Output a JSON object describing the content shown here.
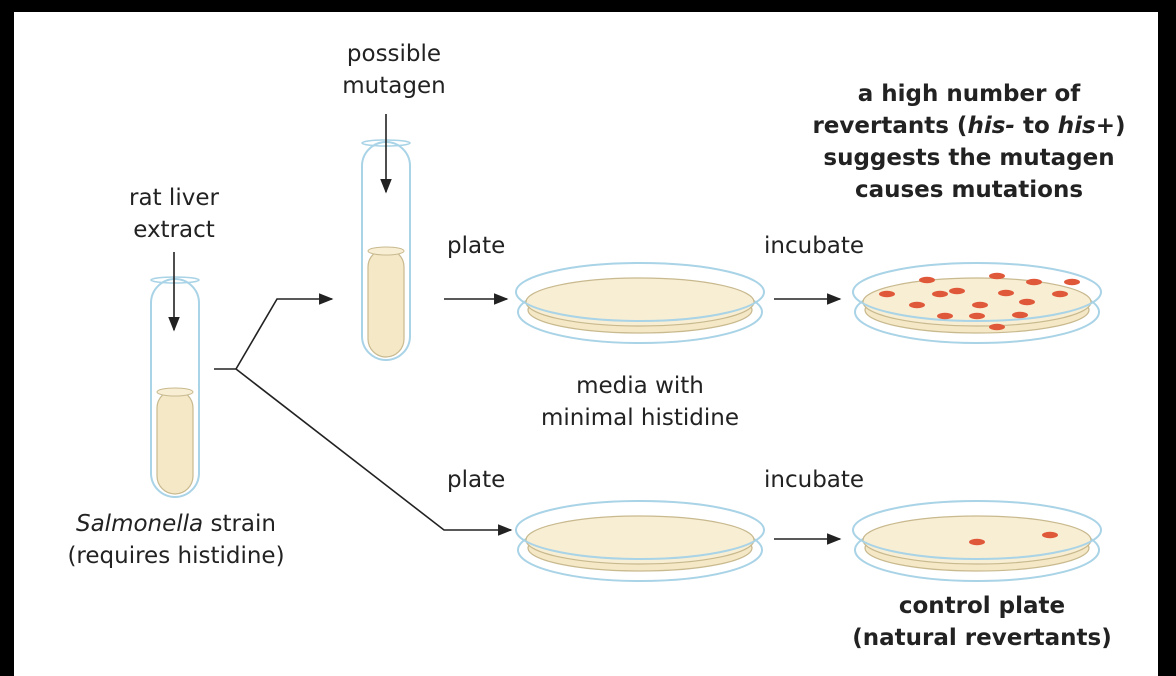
{
  "colors": {
    "border": "#000000",
    "background": "#ffffff",
    "glass": "#a9d3e6",
    "media": "#f5e8c6",
    "media_edge": "#c8b98e",
    "colony": "#e0583a",
    "arrow": "#222222",
    "text": "#222222"
  },
  "labels": {
    "possible_mutagen": [
      "possible",
      "mutagen"
    ],
    "rat_liver_extract": [
      "rat liver",
      "extract"
    ],
    "salmonella_strain": {
      "species": "Salmonella",
      "rest": " strain",
      "requires": "(requires histidine)"
    },
    "plate_top": "plate",
    "plate_bottom": "plate",
    "incubate_top": "incubate",
    "incubate_bottom": "incubate",
    "media": [
      "media with",
      "minimal histidine"
    ],
    "high_revertants": {
      "line1": "a high number of",
      "line2_pre": "revertants (",
      "his_minus": "his-",
      "to": " to ",
      "his_plus": "his+",
      "line2_post": ")",
      "line3": "suggests the mutagen",
      "line4": "causes mutations"
    },
    "control_plate": [
      "control plate",
      "(natural revertants)"
    ]
  },
  "colony_counts": {
    "mutagen_plate": 16,
    "control_plate": 2
  }
}
